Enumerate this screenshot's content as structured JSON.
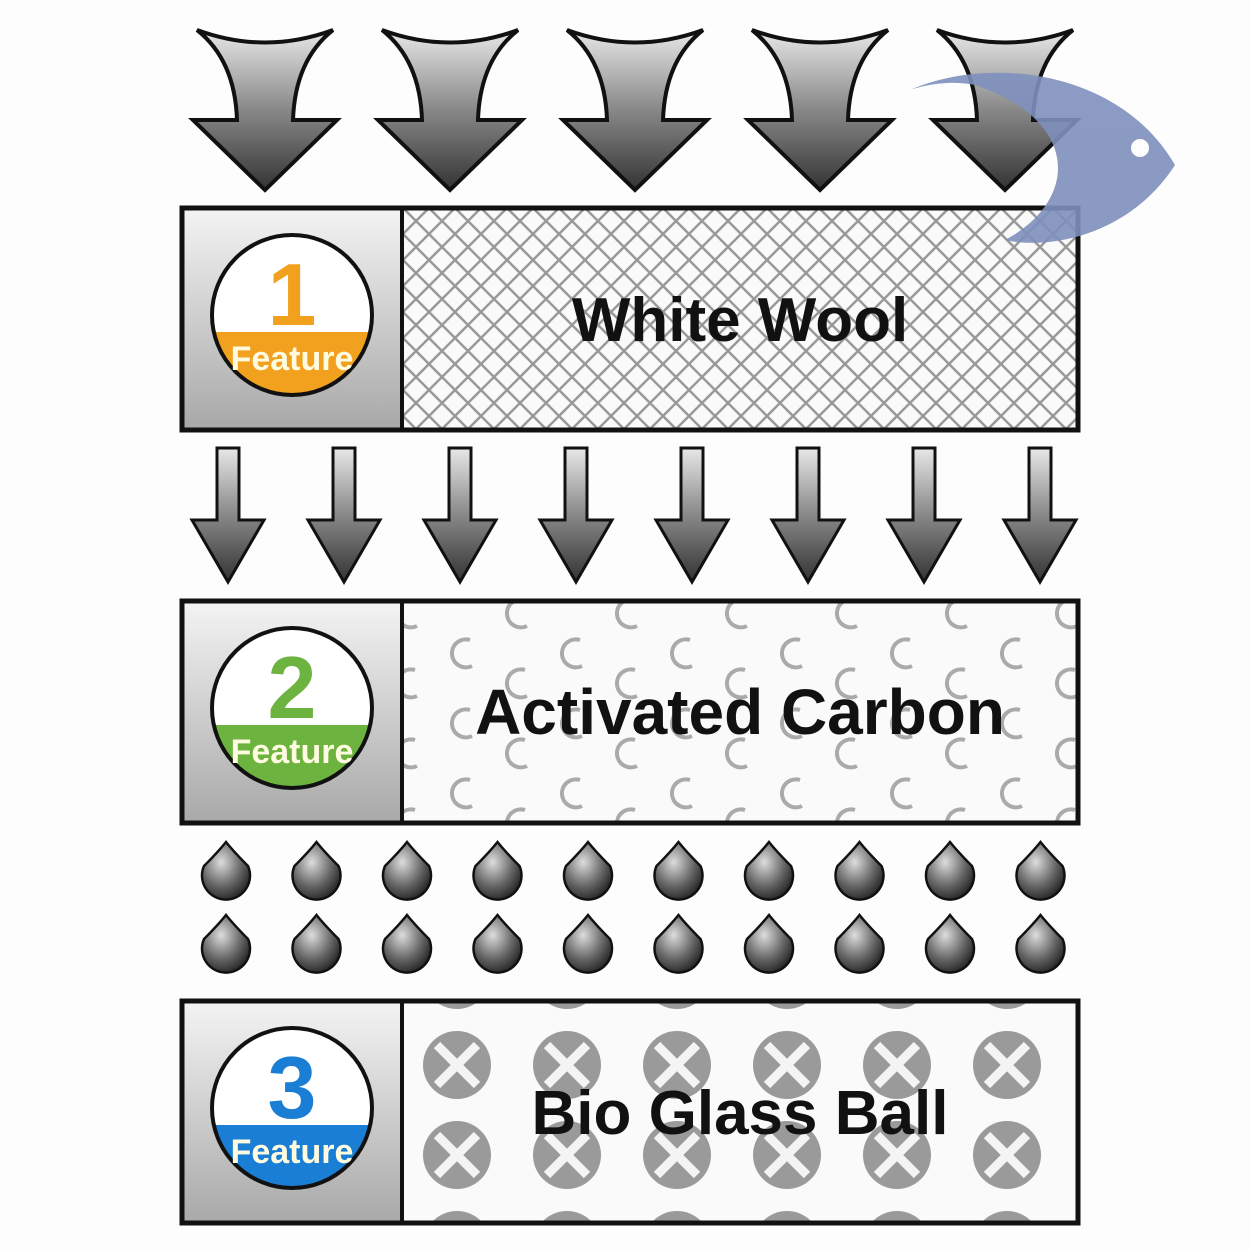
{
  "layers": [
    {
      "number": "1",
      "badge_text": "Feature",
      "name": "White Wool",
      "color": "#f2a11f",
      "pattern": "crosshatch"
    },
    {
      "number": "2",
      "badge_text": "Feature",
      "name": "Activated Carbon",
      "color": "#6db33f",
      "pattern": "carbon"
    },
    {
      "number": "3",
      "badge_text": "Feature",
      "name": "Bio Glass Ball",
      "color": "#1a7fd4",
      "pattern": "glassball"
    }
  ],
  "flow": {
    "large_arrows": 5,
    "small_arrows": 8,
    "drop_rows": 2,
    "drops_per_row": 10
  },
  "logo": {
    "icon": "fish-icon",
    "color": "#7f90bd"
  }
}
